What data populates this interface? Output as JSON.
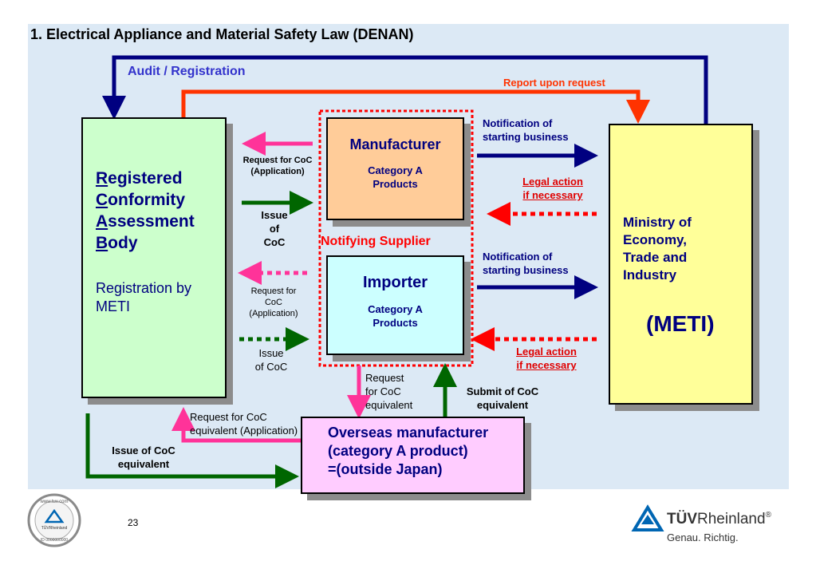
{
  "title": "1. Electrical Appliance and Material Safety Law (DENAN)",
  "page_number": "23",
  "rcab": {
    "words": [
      {
        "first": "R",
        "rest": "egistered"
      },
      {
        "first": "C",
        "rest": "onformity"
      },
      {
        "first": "A",
        "rest": "ssessment"
      },
      {
        "first": "B",
        "rest": "ody"
      }
    ],
    "subtitle_line1": "Registration by",
    "subtitle_line2": "METI"
  },
  "manufacturer": {
    "title": "Manufacturer",
    "sub_line1": "Category A",
    "sub_line2": "Products"
  },
  "importer": {
    "title": "Importer",
    "sub_line1": "Category A",
    "sub_line2": "Products"
  },
  "notifying_supplier": "Notifying Supplier",
  "meti": {
    "line1": "Ministry of",
    "line2": "Economy,",
    "line3": "Trade and",
    "line4": "Industry",
    "abbr": "(METI)"
  },
  "overseas": {
    "line1": "Overseas manufacturer",
    "line2": "(category A product)",
    "line3": "=(outside Japan)"
  },
  "labels": {
    "audit": "Audit / Registration",
    "report": "Report upon request",
    "notif1_line1": "Notification of",
    "notif1_line2": "starting business",
    "notif2_line1": "Notification of",
    "notif2_line2": "starting business",
    "legal1_line1": "Legal action",
    "legal1_line2": "if necessary",
    "legal2_line1": "Legal action",
    "legal2_line2": "if necessary",
    "req_coc1_line1": "Request for CoC",
    "req_coc1_line2": "(Application)",
    "issue_coc1_line1": "Issue",
    "issue_coc1_line2": "of",
    "issue_coc1_line3": "CoC",
    "req_coc2_line1": "Request for",
    "req_coc2_line2": "CoC",
    "req_coc2_line3": "(Application)",
    "issue_coc2_line1": "Issue",
    "issue_coc2_line2": "of CoC",
    "req_equiv_line1": "Request",
    "req_equiv_line2": "for CoC",
    "req_equiv_line3": "equivalent",
    "submit_line1": "Submit of CoC",
    "submit_line2": "equivalent",
    "req_equiv_app_line1": "Request for CoC",
    "req_equiv_app_line2": "equivalent (Application)",
    "issue_equiv_line1": "Issue of CoC",
    "issue_equiv_line2": "equivalent"
  },
  "seal": {
    "ring_text": "www.tuv.com",
    "brand": "TÜVRheinland",
    "id": "ID 0000000000"
  },
  "logo": {
    "brand_bold": "TÜV",
    "brand_light": "Rheinland",
    "registered": "®",
    "tagline": "Genau. Richtig."
  },
  "colors": {
    "navy": "#000080",
    "orange": "#ff3300",
    "pink": "#ff3399",
    "green": "#006600",
    "red": "#ff0000",
    "rcab_fill": "#ccffcc",
    "manufacturer_fill": "#ffcc99",
    "importer_fill": "#ccffff",
    "meti_fill": "#ffff99",
    "overseas_fill": "#ffccff",
    "panel": "#dce9f5",
    "tuv_blue": "#0066b3"
  }
}
